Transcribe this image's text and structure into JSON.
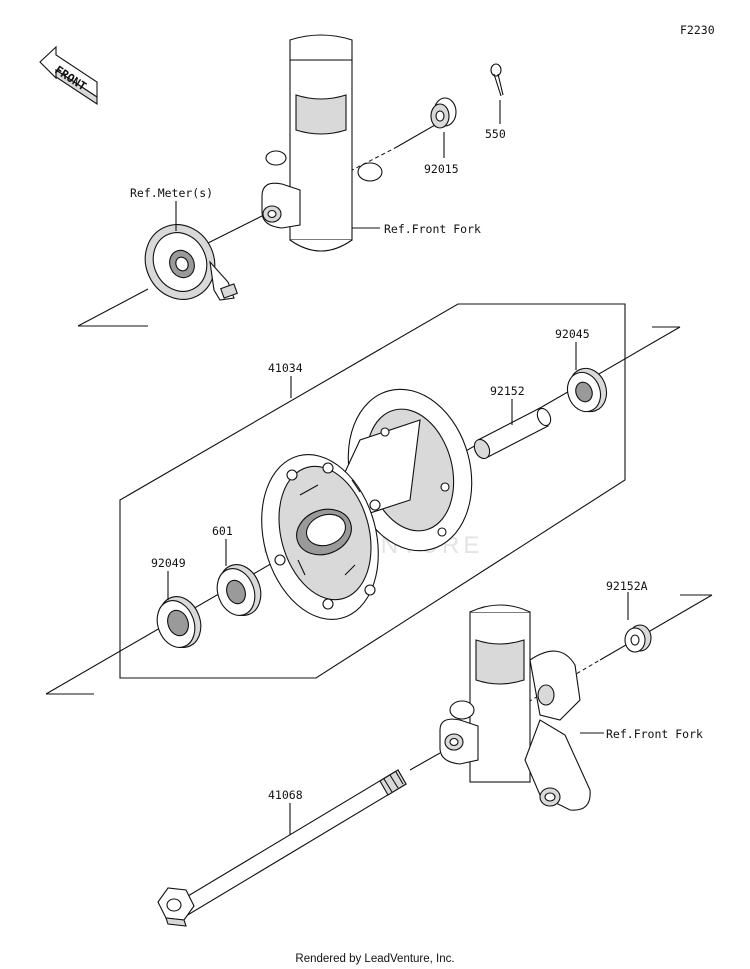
{
  "diagram_id": "F2230",
  "front_arrow_label": "FRONT",
  "watermark": "LEADVENTURE",
  "footer": "Rendered by LeadVenture, Inc.",
  "callouts": {
    "part_550": "550",
    "part_92015": "92015",
    "ref_meter": "Ref.Meter(s)",
    "ref_front_fork_upper": "Ref.Front Fork",
    "part_41034": "41034",
    "part_92152": "92152",
    "part_92045": "92045",
    "part_601": "601",
    "part_92049": "92049",
    "part_92152A": "92152A",
    "ref_front_fork_lower": "Ref.Front Fork",
    "part_41068": "41068"
  }
}
